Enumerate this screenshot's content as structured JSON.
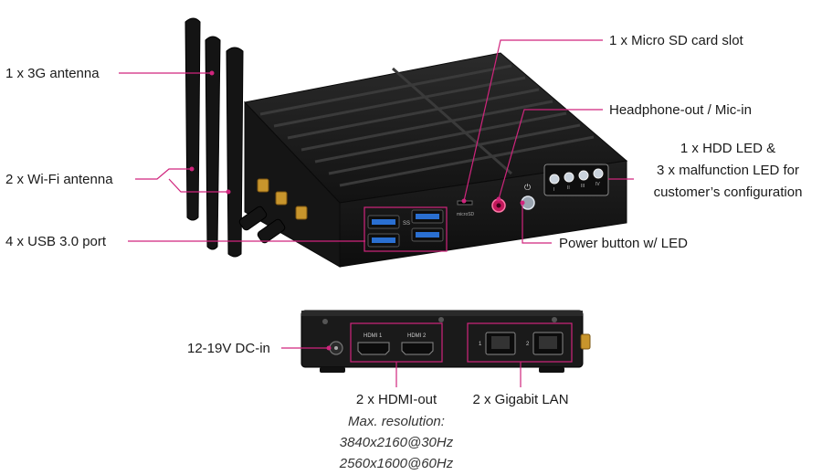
{
  "callouts": {
    "sd_slot": "1 x Micro SD card slot",
    "antenna_3g": "1 x 3G antenna",
    "headphone": "Headphone-out / Mic-in",
    "leds_line1": "1 x HDD LED &",
    "leds_line2": "3 x malfunction LED for",
    "leds_line3": "customer’s configuration",
    "wifi": "2 x Wi-Fi antenna",
    "usb": "4 x USB 3.0 port",
    "power": "Power button w/ LED",
    "dc_in": "12-19V DC-in",
    "hdmi": "2 x HDMI-out",
    "hdmi_res_title": "Max. resolution:",
    "hdmi_res_1": "3840x2160@30Hz",
    "hdmi_res_2": "2560x1600@60Hz",
    "lan": "2 x Gigabit LAN"
  },
  "device_markings": {
    "hdmi1": "HDMI 1",
    "hdmi2": "HDMI 2",
    "lan1": "1",
    "lan2": "2",
    "sd_mark": "microSD",
    "led_roman": [
      "I",
      "II",
      "III",
      "IV"
    ]
  },
  "colors": {
    "accent": "#d0257d",
    "chassis": "#1b1b1b",
    "usb_blue": "#2a6fd1"
  }
}
